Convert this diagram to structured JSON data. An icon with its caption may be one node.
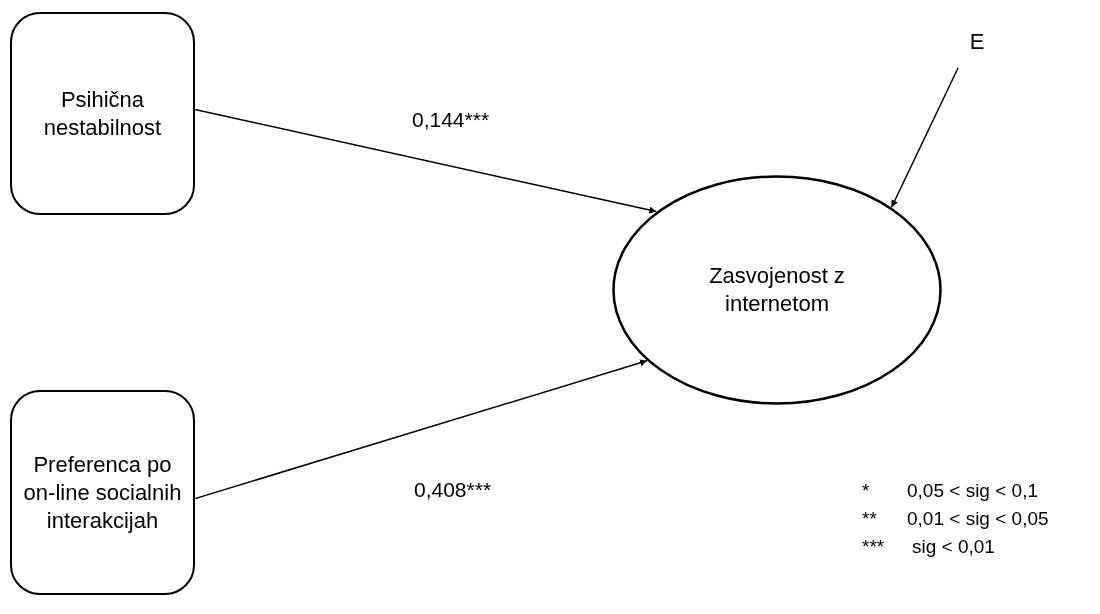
{
  "diagram": {
    "nodes": [
      {
        "text": [
          "Psihična nestabilnost"
        ]
      },
      {
        "text": [
          "Preferenca po on-line socialnih interakcijah"
        ]
      },
      {
        "text": [
          "Zasvojenost z internetom"
        ]
      },
      {
        "text": [
          "E"
        ]
      }
    ],
    "edges": [
      {
        "from": 0,
        "to": 2,
        "arrow": "to",
        "label": "0,144***"
      },
      {
        "from": 1,
        "to": 2,
        "arrow": "to",
        "label": "0,408***"
      },
      {
        "from": 3,
        "to": 2,
        "arrow": "to"
      }
    ],
    "labels": [
      "*",
      "0,05 < sig < 0,1",
      "**",
      "0,01 < sig < 0,05",
      "***",
      "sig < 0,01"
    ]
  }
}
